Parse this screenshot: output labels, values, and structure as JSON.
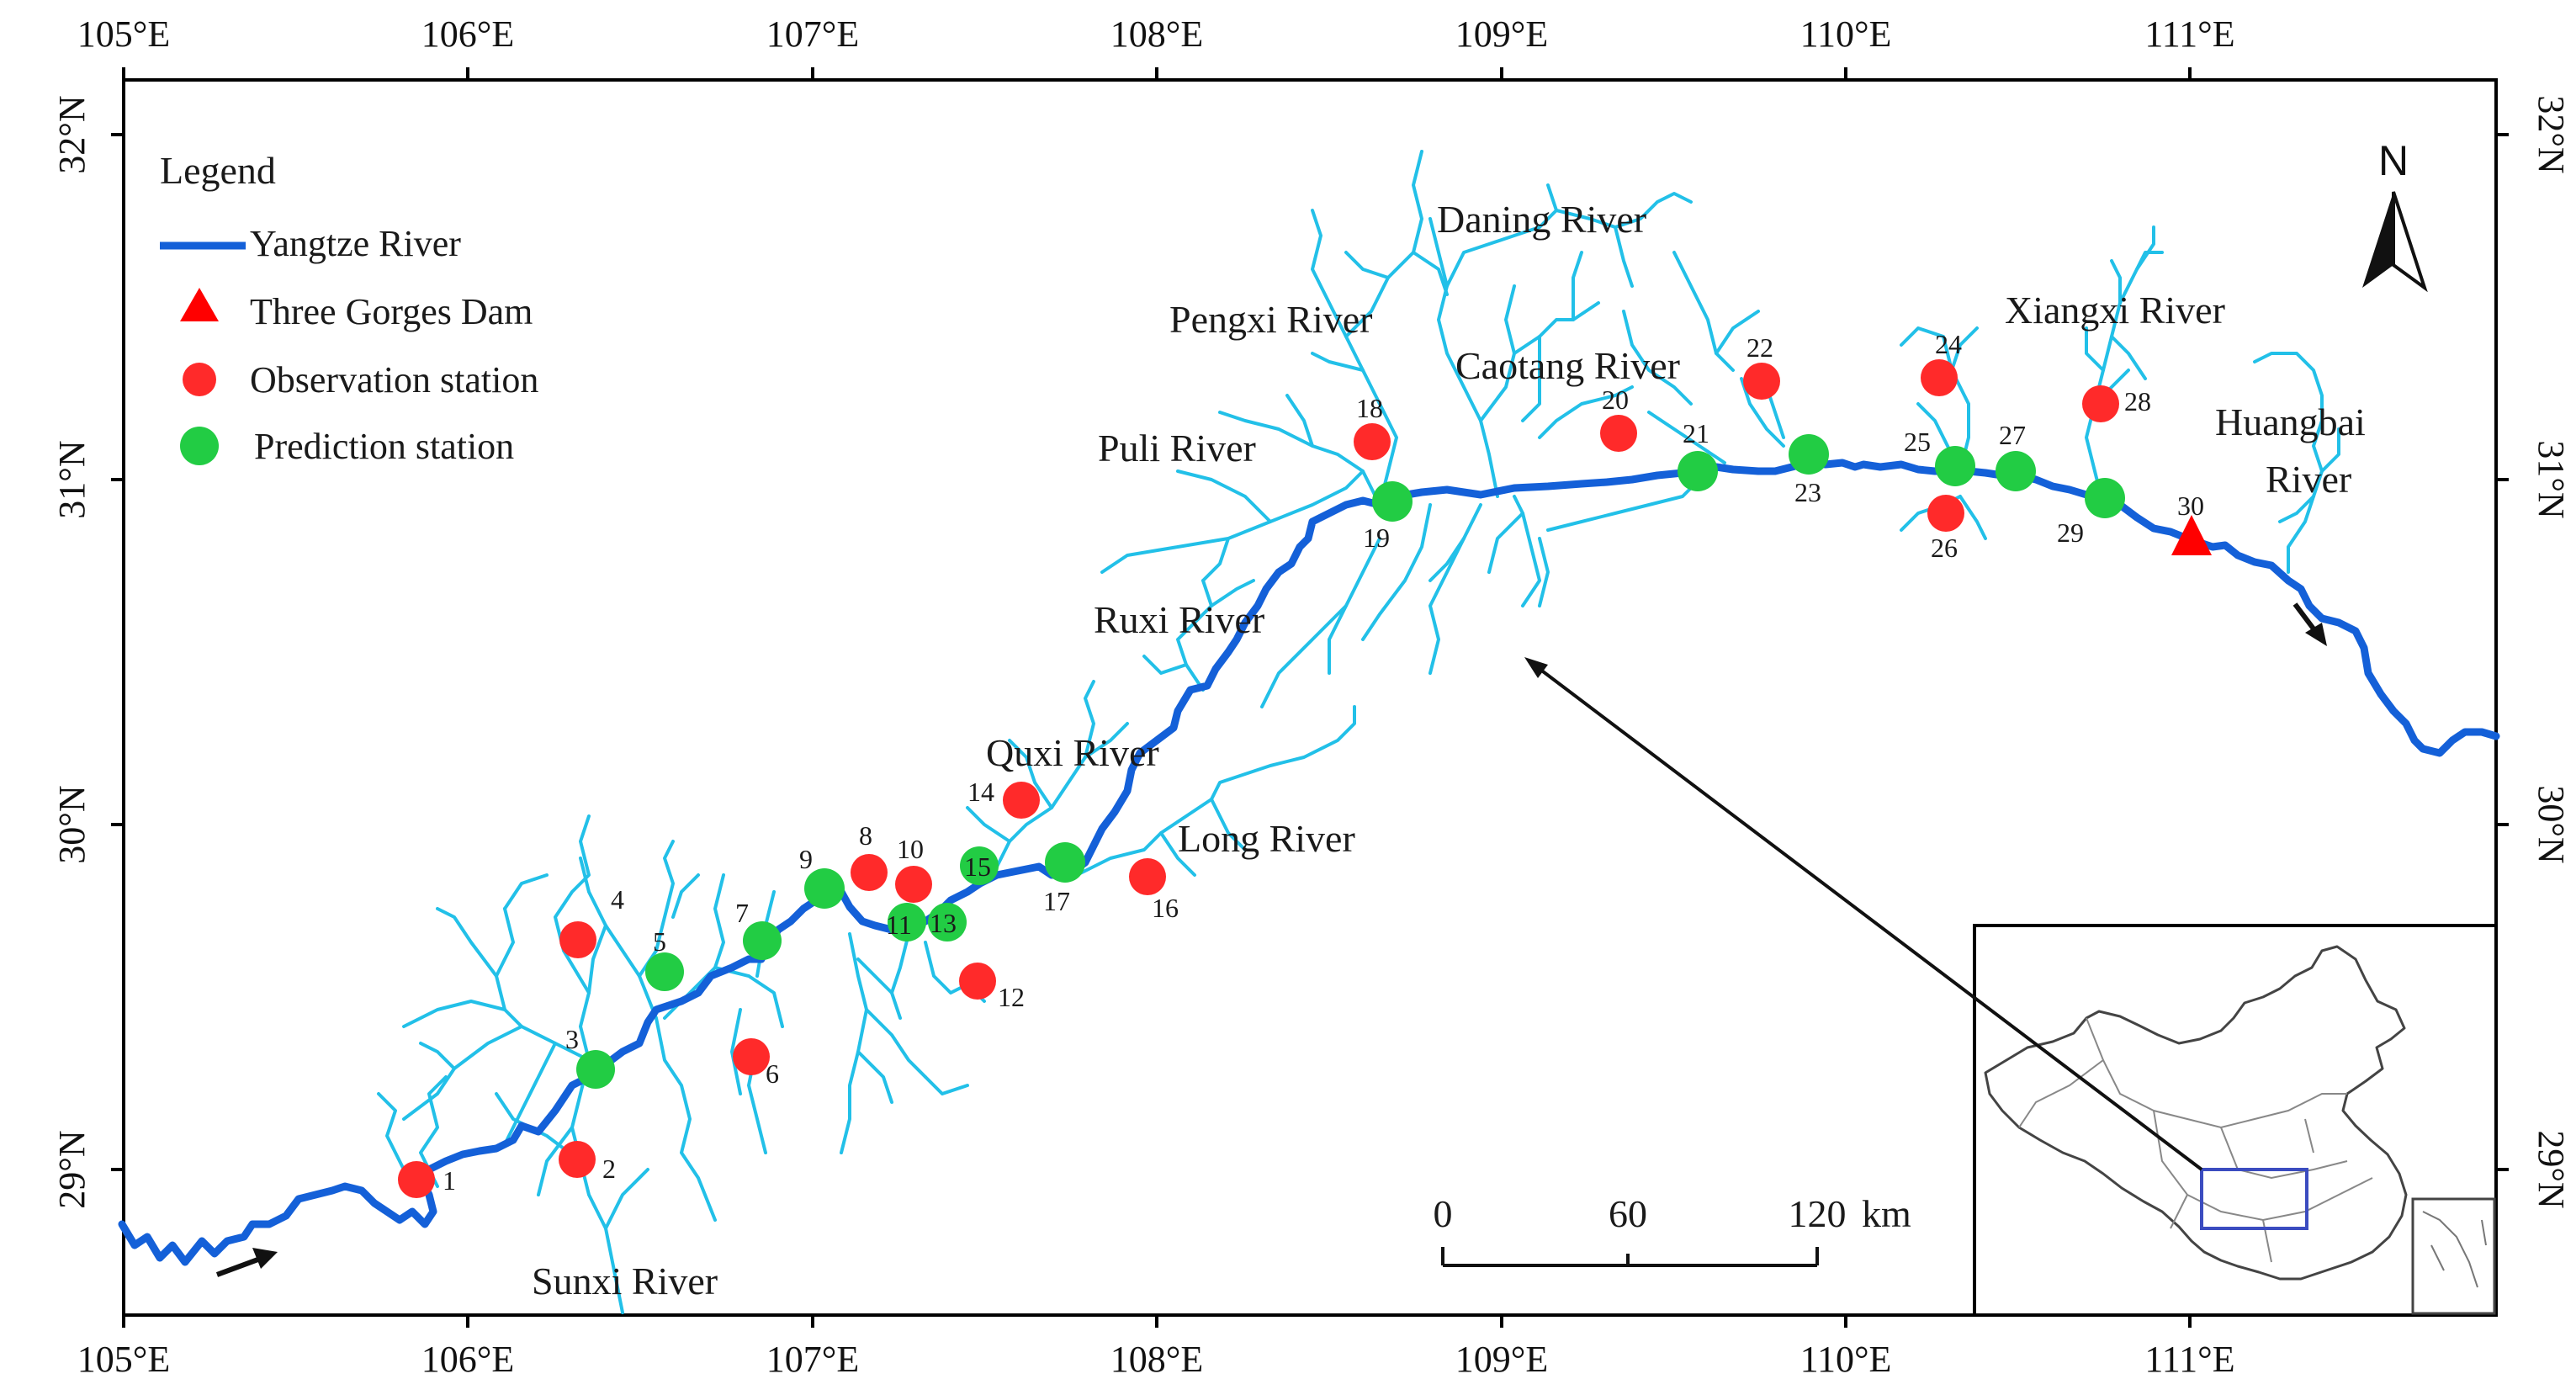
{
  "axes": {
    "longitude_ticks": [
      "105°E",
      "106°E",
      "107°E",
      "108°E",
      "109°E",
      "110°E",
      "111°E"
    ],
    "latitude_ticks": [
      "32°N",
      "31°N",
      "30°N",
      "29°N"
    ]
  },
  "legend": {
    "title": "Legend",
    "items": [
      {
        "label": "Yangtze River",
        "symbol": "line",
        "color": "#1460d8"
      },
      {
        "label": "Three Gorges Dam",
        "symbol": "triangle",
        "color": "#ff0000"
      },
      {
        "label": "Observation station",
        "symbol": "circle",
        "color": "#ff2a2a"
      },
      {
        "label": "Prediction station",
        "symbol": "circle",
        "color": "#22cc44"
      }
    ]
  },
  "rivers": {
    "daning": "Daning River",
    "pengxi": "Pengxi River",
    "caotang": "Caotang River",
    "xiangxi": "Xiangxi River",
    "puli": "Puli River",
    "huangbai_1": "Huangbai",
    "huangbai_2": "River",
    "ruxi": "Ruxi River",
    "quxi": "Quxi River",
    "long": "Long River",
    "sunxi": "Sunxi River"
  },
  "stations": {
    "s1": "1",
    "s2": "2",
    "s3": "3",
    "s4": "4",
    "s5": "5",
    "s6": "6",
    "s7": "7",
    "s8": "8",
    "s9": "9",
    "s10": "10",
    "s11": "11",
    "s12": "12",
    "s13": "13",
    "s14": "14",
    "s15": "15",
    "s16": "16",
    "s17": "17",
    "s18": "18",
    "s19": "19",
    "s20": "20",
    "s21": "21",
    "s22": "22",
    "s23": "23",
    "s24": "24",
    "s25": "25",
    "s26": "26",
    "s27": "27",
    "s28": "28",
    "s29": "29",
    "s30": "30"
  },
  "scale_bar": {
    "label_0": "0",
    "label_60": "60",
    "label_120": "120",
    "unit": "km"
  },
  "north_arrow": {
    "label": "N"
  },
  "colors": {
    "yangtze": "#1460d8",
    "tributary": "#22c0e8",
    "observation": "#ff2a2a",
    "prediction": "#22cc44",
    "dam": "#ff0000"
  }
}
